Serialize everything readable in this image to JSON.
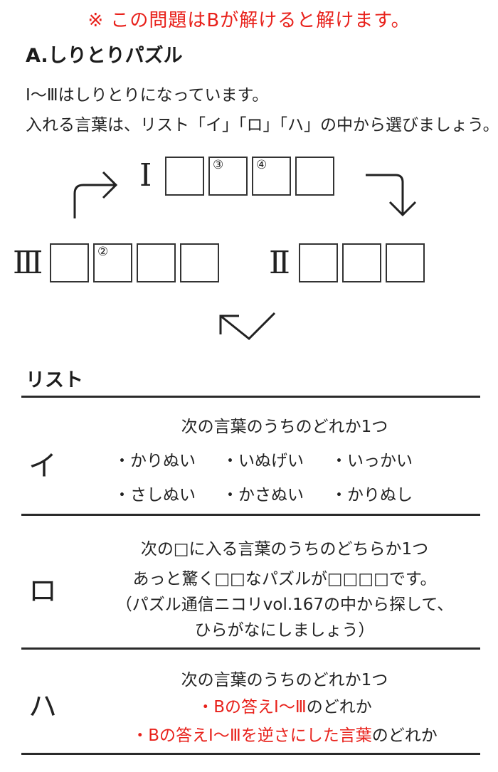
{
  "notice": "※ この問題はBが解けると解けます。",
  "title": "A.しりとりパズル",
  "instructions": {
    "line1": "Ⅰ～Ⅲはしりとりになっています。",
    "line2": "入れる言葉は、リスト「イ」「ロ」「ハ」の中から選びましょう。"
  },
  "puzzle": {
    "rows": [
      {
        "label": "Ⅰ",
        "markers": [
          "",
          "③",
          "④",
          ""
        ]
      },
      {
        "label": "Ⅱ",
        "markers": [
          "",
          "",
          ""
        ]
      },
      {
        "label": "Ⅲ",
        "markers": [
          "",
          "②",
          "",
          ""
        ]
      }
    ],
    "arrow_icons": [
      "arrow-up-right-icon",
      "arrow-right-down-icon",
      "arrow-down-left-icon"
    ]
  },
  "list": {
    "title": "リスト",
    "sections": {
      "i": {
        "label": "イ",
        "heading": "次の言葉のうちのどれか1つ",
        "items": [
          "・かりぬい",
          "・いぬげい",
          "・いっかい",
          "・さしぬい",
          "・かさぬい",
          "・かりぬし"
        ]
      },
      "ro": {
        "label": "ロ",
        "heading": "次の□に入る言葉のうちのどちらか1つ",
        "line1": "あっと驚く□□なパズルが□□□□です。",
        "line2": "（パズル通信ニコリvol.167の中から探して、",
        "line3": "ひらがなにしましょう）"
      },
      "ha": {
        "label": "ハ",
        "heading": "次の言葉のうちのどれか1つ",
        "item1": "・Bの答えⅠ～Ⅲ",
        "item1_suffix": "のどれか",
        "item2": "・Bの答えⅠ～Ⅲを逆さにした言葉",
        "item2_suffix": "のどれか"
      }
    }
  },
  "colors": {
    "accent_red": "#e8211b",
    "text": "#222222",
    "rule": "#2a2a2a"
  }
}
